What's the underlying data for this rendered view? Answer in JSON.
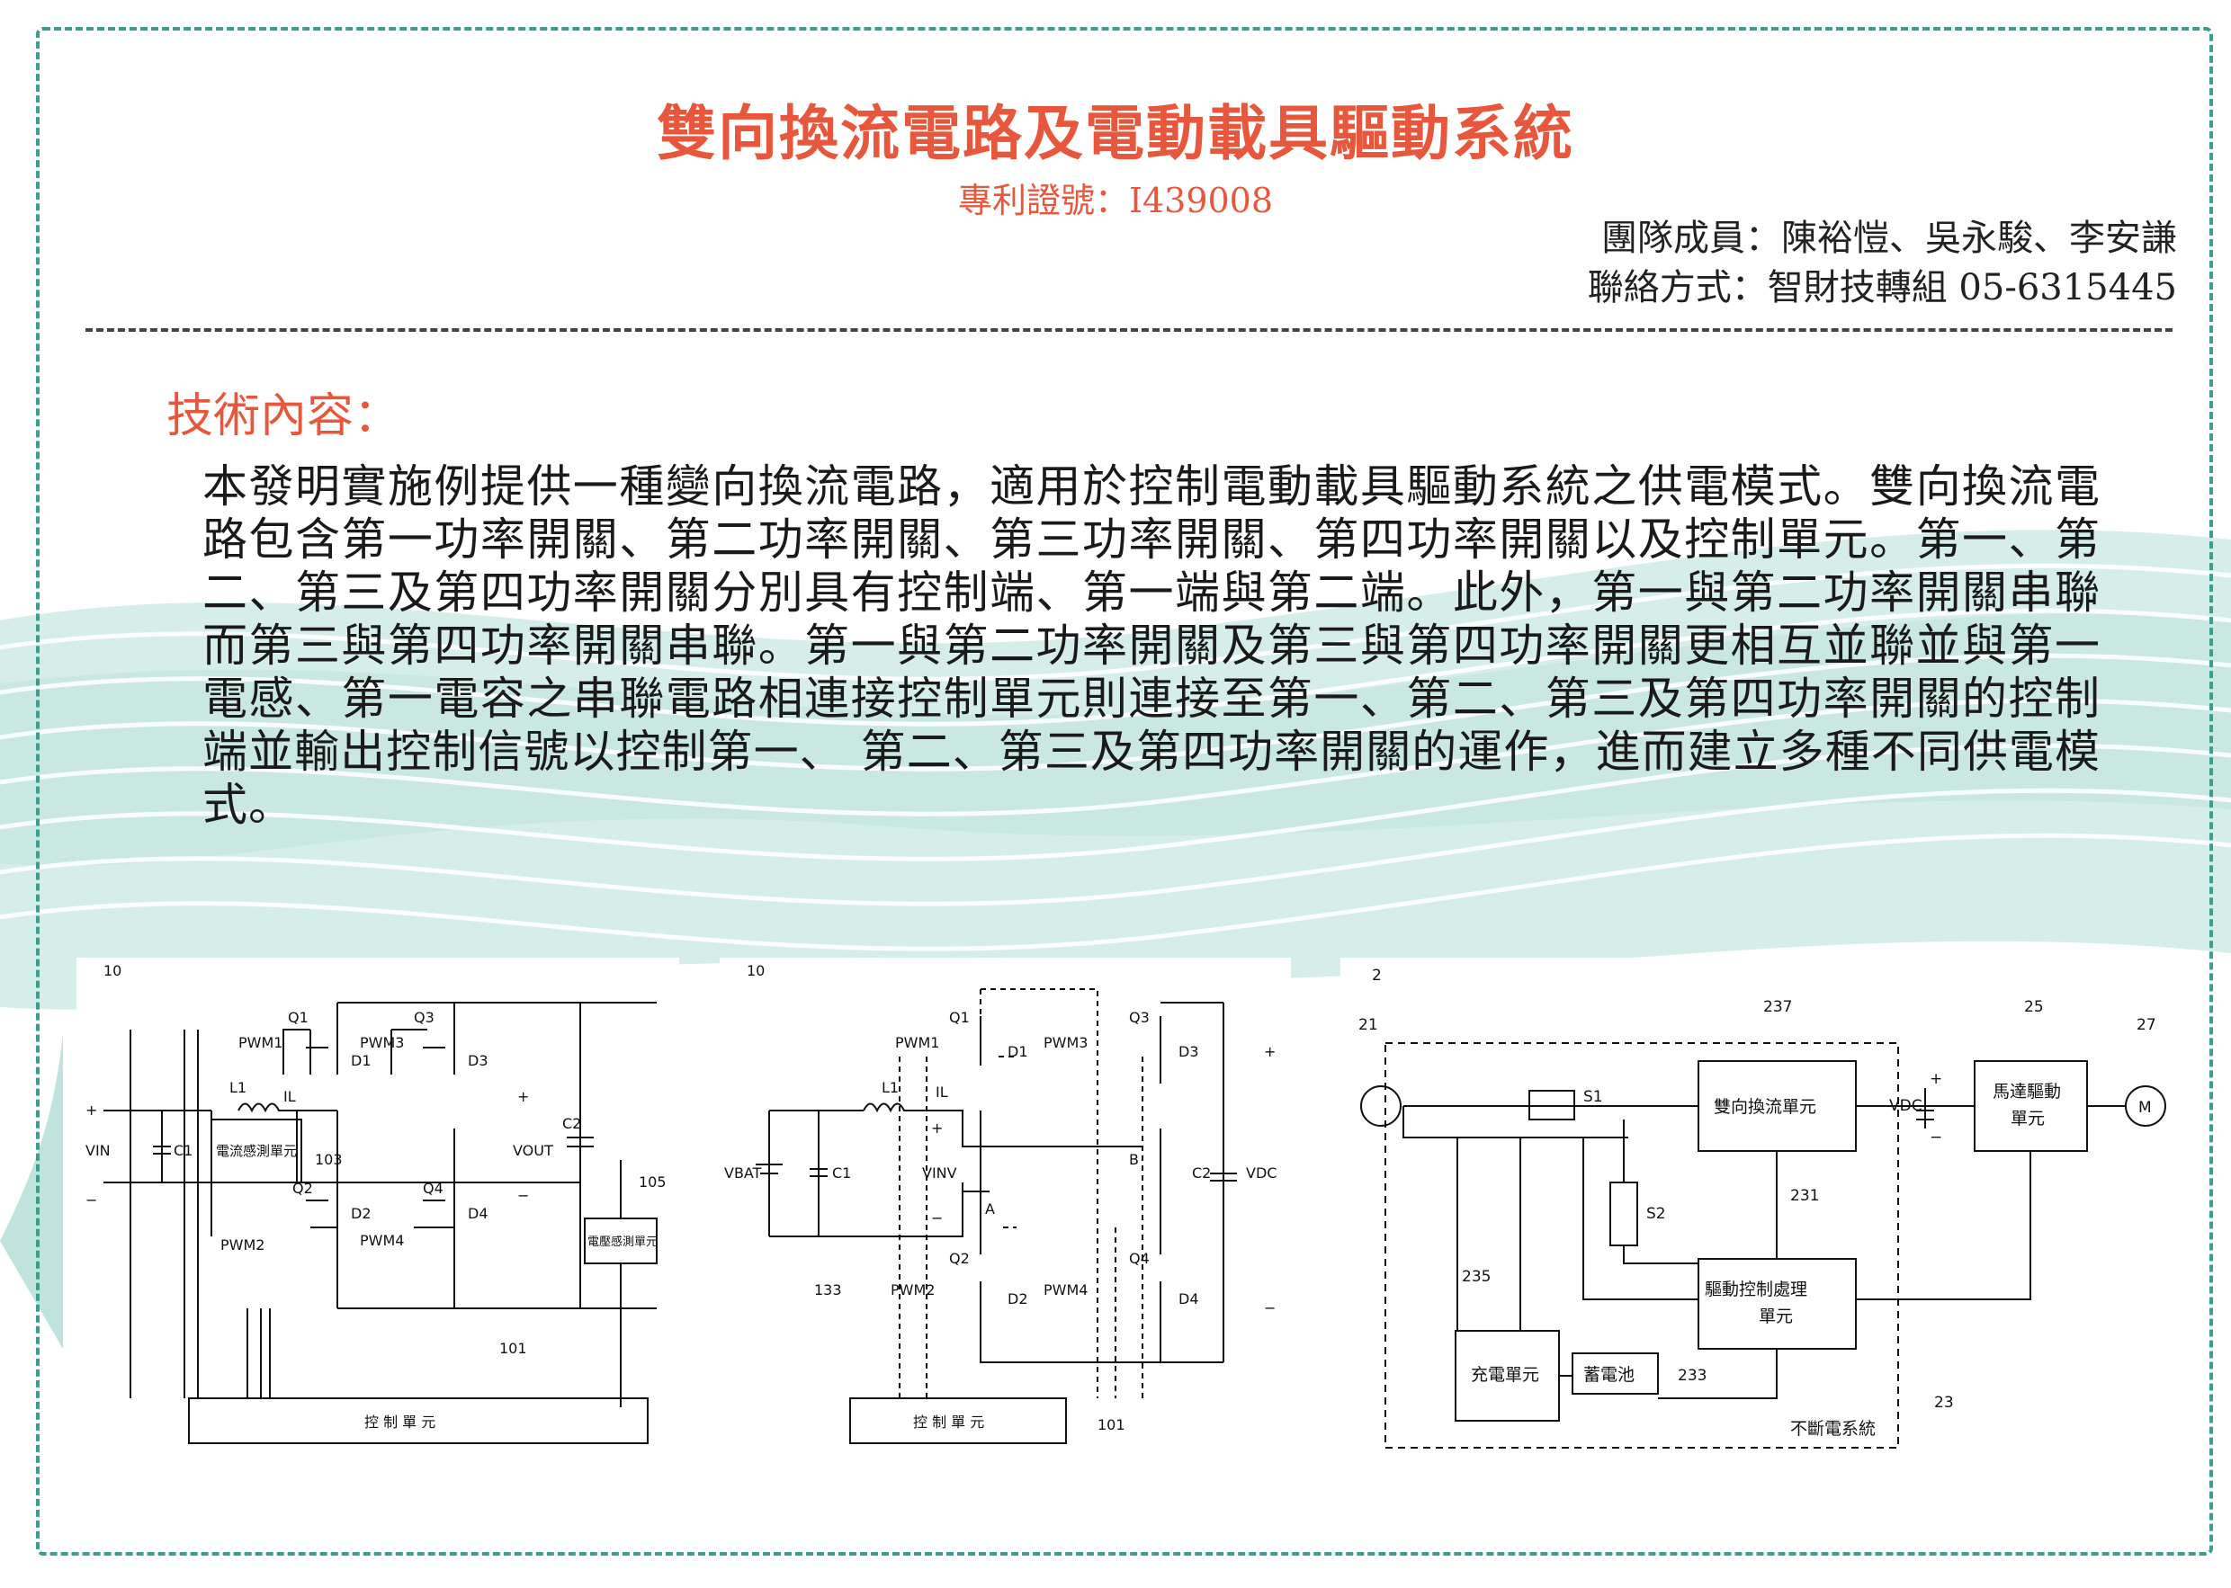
{
  "title": "雙向換流電路及電動載具驅動系統",
  "patent": "專利證號：I439008",
  "team": "團隊成員：陳裕愷、吳永駿、李安謙",
  "contact": "聯絡方式：智財技轉組 05-6315445",
  "section_title": "技術內容：",
  "body": "本發明實施例提供一種變向換流電路，適用於控制電動載具驅動系統之供電模式。雙向換流電路包含第一功率開關、第二功率開關、第三功率開關、第四功率開關以及控制單元。第一、第二、第三及第四功率開關分別具有控制端、第一端與第二端。此外，第一與第二功率開關串聯而第三與第四功率開關串聯。第一與第二功率開關及第三與第四功率開關更相互並聯並與第一電感、第一電容之串聯電路相連接控制單元則連接至第一、第二、第三及第四功率開關的控制端並輸出控制信號以控制第一、 第二、第三及第四功率開關的運作，進而建立多種不同供電模式。",
  "colors": {
    "accent": "#e8573b",
    "frame": "#3a9e90",
    "wave": "#cdeae4"
  },
  "fig1": {
    "number": "10",
    "q1": "Q1",
    "q2": "Q2",
    "q3": "Q3",
    "q4": "Q4",
    "pwm1": "PWM1",
    "pwm2": "PWM2",
    "pwm3": "PWM3",
    "pwm4": "PWM4",
    "d1": "D1",
    "d2": "D2",
    "d3": "D3",
    "d4": "D4",
    "l1": "L1",
    "il": "IL",
    "c1": "C1",
    "c2": "C2",
    "vin": "VIN",
    "vout": "VOUT",
    "plus": "+",
    "minus": "−",
    "sense_current": "電流感測單元",
    "sense_voltage": "電壓感測單元",
    "ref103": "103",
    "ref105": "105",
    "ref101": "101",
    "controller": "控 制 單 元"
  },
  "fig2": {
    "number": "10",
    "q1": "Q1",
    "q2": "Q2",
    "q3": "Q3",
    "q4": "Q4",
    "pwm1": "PWM1",
    "pwm2": "PWM2",
    "pwm3": "PWM3",
    "pwm4": "PWM4",
    "d1": "D1",
    "d2": "D2",
    "d3": "D3",
    "d4": "D4",
    "l1": "L1",
    "il": "IL",
    "c1": "C1",
    "c2": "C2",
    "vbat": "VBAT",
    "vinv": "VINV",
    "vdc": "VDC",
    "a": "A",
    "b": "B",
    "plus": "+",
    "minus": "−",
    "ref133": "133",
    "ref101": "101",
    "controller": "控 制 單 元"
  },
  "fig3": {
    "number": "2",
    "r21": "21",
    "r237": "237",
    "r25": "25",
    "r27": "27",
    "r231": "231",
    "r235": "235",
    "r233": "233",
    "r23": "23",
    "s1": "S1",
    "s2": "S2",
    "vdc": "VDC",
    "motor": "M",
    "converter": "雙向換流單元",
    "motor_drive_1": "馬達驅動",
    "motor_drive_2": "單元",
    "processor_1": "驅動控制處理",
    "processor_2": "單元",
    "charger": "充電單元",
    "battery": "蓄電池",
    "ups": "不斷電系統",
    "plus": "+",
    "minus": "−"
  }
}
